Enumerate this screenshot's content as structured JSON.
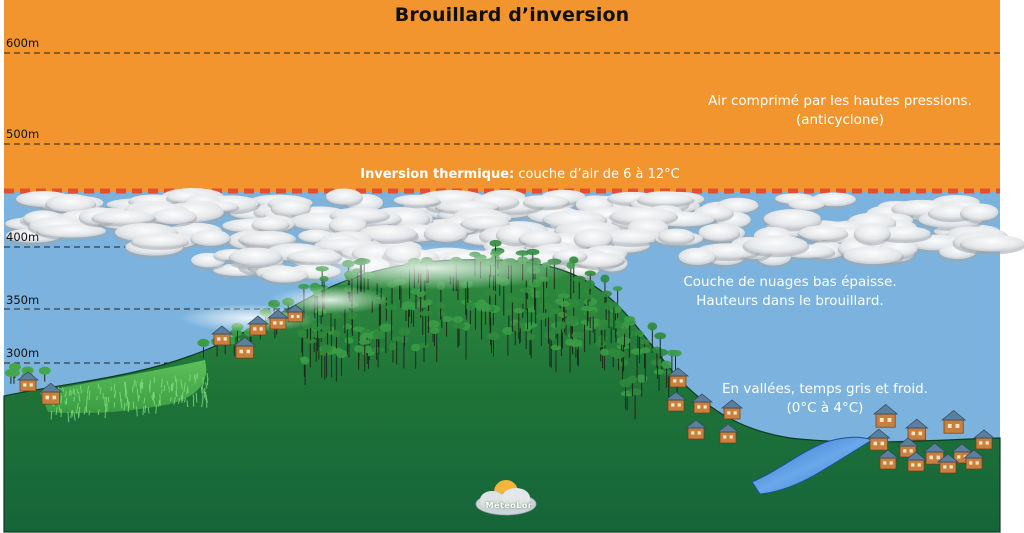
{
  "title": "Brouillard d’inversion",
  "altitudes": {
    "m600": "600m",
    "m500": "500m",
    "m400": "400m",
    "m350": "350m",
    "m300": "300m"
  },
  "inversion": {
    "bold": "Inversion thermique:",
    "text": " couche d’air de 6 à 12°C"
  },
  "anticyclone": {
    "line1": "Air comprimé par les hautes pressions.",
    "line2": "(anticyclone)"
  },
  "clouds": {
    "line1": "Couche de nuages bas épaisse.",
    "line2": "Hauteurs dans le brouillard."
  },
  "valleys": {
    "line1": "En vallées, temps gris et froid.",
    "line2": "(0°C à 4°C)"
  },
  "logo": {
    "text": "MétéoLor"
  },
  "colors": {
    "warm_air": "#f3952f",
    "inversion_line": "#e24e2e",
    "sky": "#7bb3de",
    "ground": "#1c6f3a",
    "river": "#4a8ad6"
  }
}
